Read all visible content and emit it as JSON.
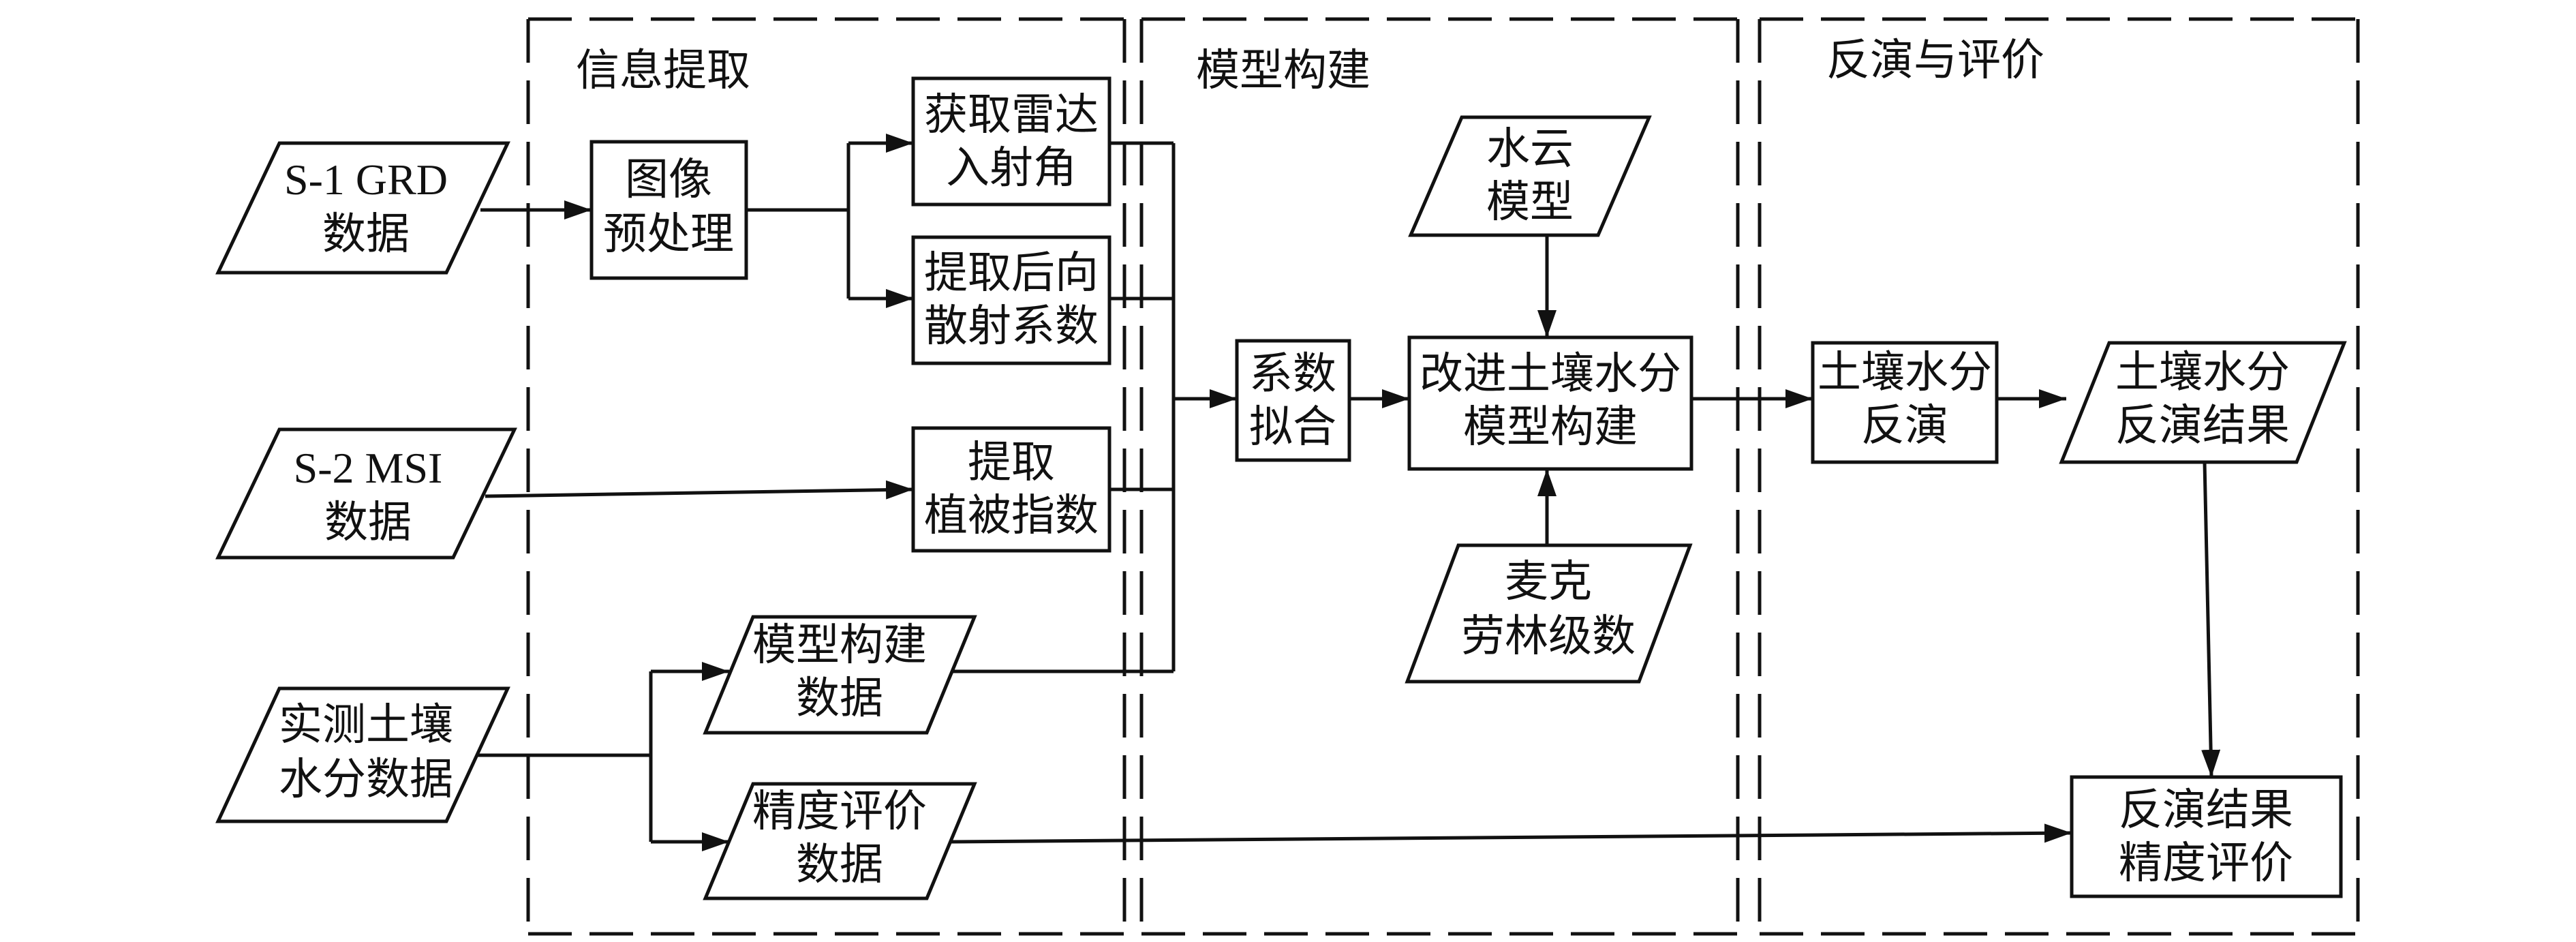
{
  "sections": {
    "extraction": "信息提取",
    "modeling": "模型构建",
    "inversion": "反演与评价"
  },
  "inputs": {
    "s1": [
      "S-1 GRD",
      "数据"
    ],
    "s2": [
      "S-2 MSI",
      "数据"
    ],
    "field": [
      "实测土壤",
      "水分数据"
    ]
  },
  "process": {
    "preprocess": [
      "图像",
      "预处理"
    ],
    "incidence": [
      "获取雷达",
      "入射角"
    ],
    "backscatter": [
      "提取后向",
      "散射系数"
    ],
    "vegetation": [
      "提取",
      "植被指数"
    ],
    "fitting": [
      "系数",
      "拟合"
    ],
    "improved_model": [
      "改进土壤水分",
      "模型构建"
    ],
    "inversion": [
      "土壤水分",
      "反演"
    ],
    "accuracy": [
      "反演结果",
      "精度评价"
    ]
  },
  "data_items": {
    "build_data": [
      "模型构建",
      "数据"
    ],
    "eval_data": [
      "精度评价",
      "数据"
    ],
    "water_cloud": [
      "水云",
      "模型"
    ],
    "maclaurin": [
      "麦克",
      "劳林级数"
    ],
    "result": [
      "土壤水分",
      "反演结果"
    ]
  }
}
